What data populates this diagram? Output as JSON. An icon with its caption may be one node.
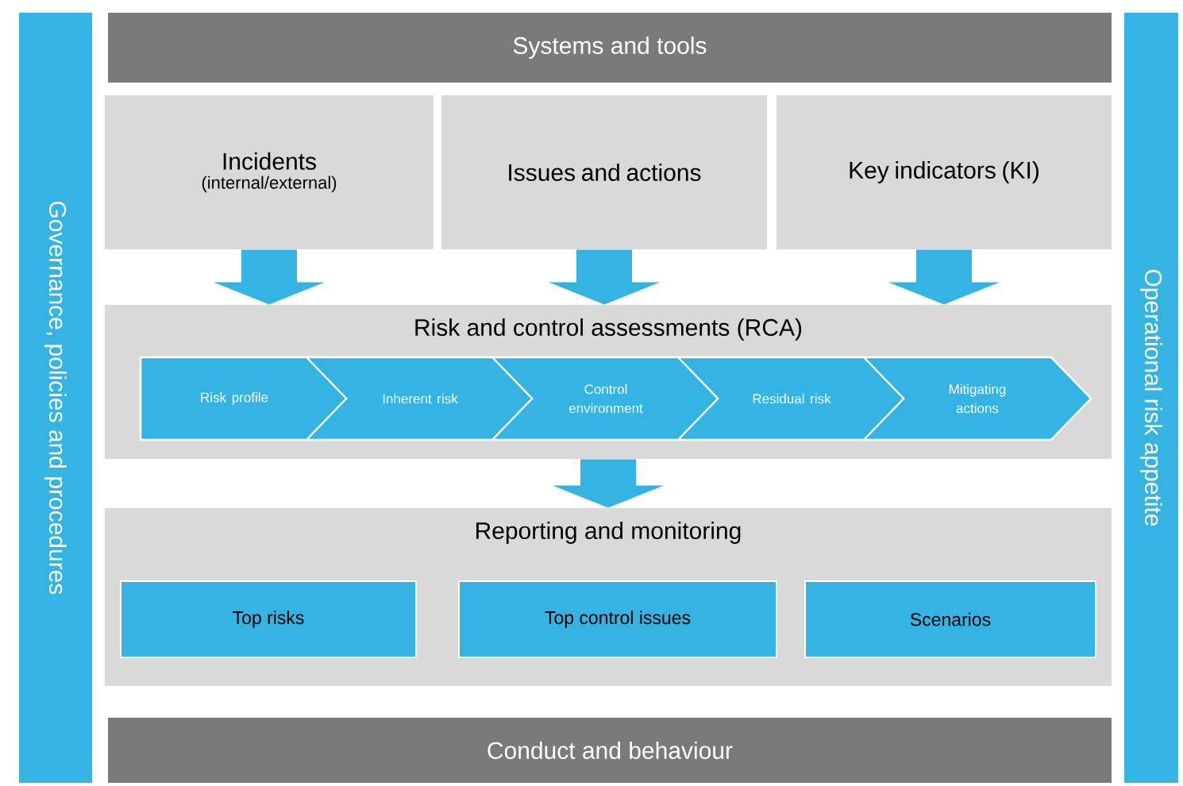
{
  "diagram": {
    "nodes": [
      {
        "text": [
          "Governance, policies and procedures"
        ]
      },
      {
        "text": [
          "Operational risk appetite"
        ]
      },
      {
        "text": [
          "Systems and tools"
        ]
      },
      {
        "text": [
          "Incidents",
          "(internal/external)"
        ]
      },
      {
        "text": [
          "Issues and actions"
        ]
      },
      {
        "text": [
          "Key indicators (KI)"
        ]
      },
      {
        "text": [
          "Risk and control assessments (RCA)"
        ]
      },
      {
        "text": [
          "Risk profile"
        ],
        "in": 6
      },
      {
        "text": [
          "Inherent risk"
        ],
        "in": 6
      },
      {
        "text": [
          "Control environment"
        ],
        "in": 6
      },
      {
        "text": [
          "Residual risk"
        ],
        "in": 6
      },
      {
        "text": [
          "Mitigating actions"
        ],
        "in": 6
      },
      {
        "text": [
          "Reporting and monitoring"
        ]
      },
      {
        "text": [
          "Top risks"
        ],
        "in": 12
      },
      {
        "text": [
          "Top control issues"
        ],
        "in": 12
      },
      {
        "text": [
          "Scenarios"
        ],
        "in": 12
      },
      {
        "text": [
          "Conduct and behaviour"
        ]
      }
    ],
    "edges": [
      {
        "from": 3,
        "to": 6,
        "arrow": "to"
      },
      {
        "from": 4,
        "to": 6,
        "arrow": "to"
      },
      {
        "from": 5,
        "to": 6,
        "arrow": "to"
      },
      {
        "from": 6,
        "to": 12,
        "arrow": "to"
      }
    ]
  }
}
